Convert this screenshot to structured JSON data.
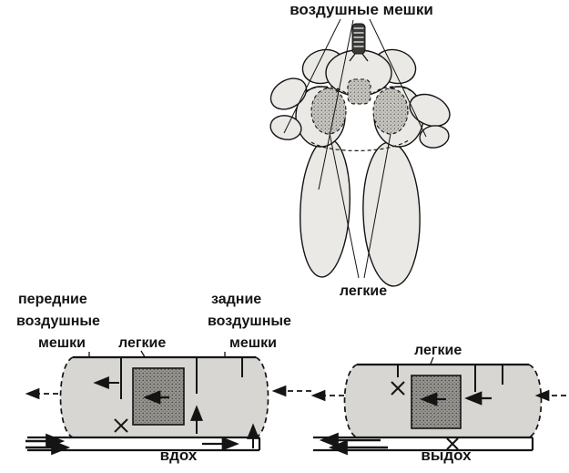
{
  "colors": {
    "ink": "#141414",
    "body_fill": "#ebe9e5",
    "cylinder_fill": "#d7d6d2",
    "lung_stipple_dark": "#96948f",
    "lung_stipple_light": "#c8c6c1"
  },
  "bird_figure": {
    "air_sacs_label": "воздушные мешки",
    "lungs_label": "легкие"
  },
  "inhale_diagram": {
    "anterior_label_lines": [
      "передние",
      "воздушные",
      "мешки"
    ],
    "lungs_label": "легкие",
    "posterior_label_lines": [
      "задние",
      "воздушные",
      "мешки"
    ],
    "caption": "вдох"
  },
  "exhale_diagram": {
    "lungs_label": "легкие",
    "caption": "выдох"
  }
}
